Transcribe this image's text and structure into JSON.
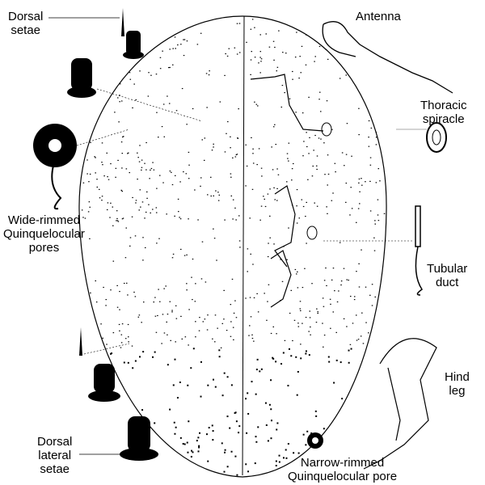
{
  "labels": {
    "dorsal_setae": [
      "Dorsal",
      "setae"
    ],
    "antenna": "Antenna",
    "thoracic_spiracle": [
      "Thoracic",
      "spiracle"
    ],
    "wide_rimmed_pores": [
      "Wide-rimmed",
      "Quinquelocular",
      "pores"
    ],
    "tubular_duct": [
      "Tubular",
      "duct"
    ],
    "hind_leg": [
      "Hind",
      "leg"
    ],
    "dorsal_lateral_setae": [
      "Dorsal",
      "lateral",
      "setae"
    ],
    "narrow_rimmed_pore": [
      "Narrow-rimmed",
      "Quinquelocular pore"
    ]
  },
  "colors": {
    "ink": "#000000",
    "paper": "#ffffff",
    "faint": "#999999"
  }
}
